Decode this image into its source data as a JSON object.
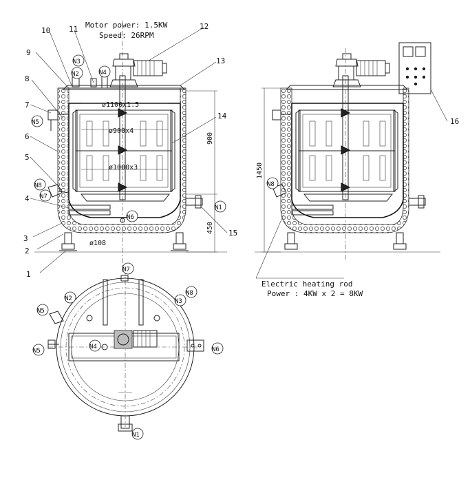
{
  "notes": {
    "motor_power": "Motor power: 1.5KW",
    "speed": "Speed: 26RPM",
    "heating_title": "Electric heating rod",
    "heating_power": "Power : 4KW x 2 = 8KW"
  },
  "callouts": [
    "1",
    "2",
    "3",
    "4",
    "5",
    "6",
    "7",
    "8",
    "9",
    "10",
    "11",
    "12",
    "13",
    "14",
    "15",
    "16"
  ],
  "nozzles": {
    "n1": "N1",
    "n2": "N2",
    "n3": "N3",
    "n4": "N4",
    "n5": "N5",
    "n6": "N6",
    "n7": "N7",
    "n8": "N8"
  },
  "dimensions": {
    "shell_dia": "ø1100x1.5",
    "ring1": "ø900x4",
    "ring2": "ø1000x3",
    "h900": "900",
    "h450": "450",
    "h1450": "1450",
    "leg_dia": "ø108"
  },
  "colors": {
    "line": "#222222",
    "background": "#ffffff"
  }
}
